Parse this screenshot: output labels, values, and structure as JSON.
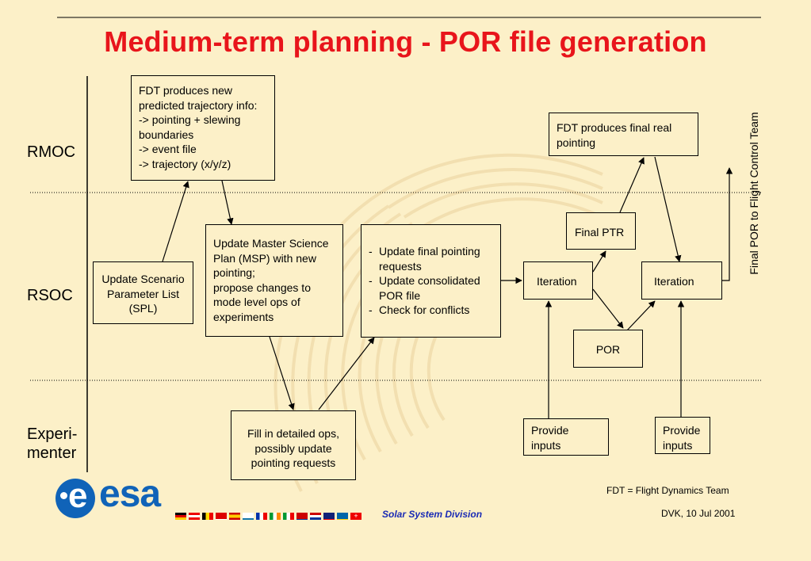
{
  "title": "Medium-term planning - POR file generation",
  "lanes": {
    "rmoc": "RMOC",
    "rsoc": "RSOC",
    "experimenter": [
      "Experi-",
      "menter"
    ]
  },
  "boxes": {
    "fdt_predicted": [
      "FDT produces new",
      "predicted trajectory info:",
      "-> pointing + slewing",
      "boundaries",
      "-> event file",
      "-> trajectory (x/y/z)"
    ],
    "fdt_final": [
      "FDT produces final real",
      "pointing"
    ],
    "update_spl": [
      "Update Scenario",
      "Parameter List",
      "(SPL)"
    ],
    "update_msp": [
      "Update Master Science",
      "Plan (MSP) with new",
      "pointing;",
      "propose changes to",
      "mode level ops of",
      "experiments"
    ],
    "update_final": [
      "Update final pointing requests",
      "Update consolidated POR file",
      "Check for conflicts"
    ],
    "iteration_1": "Iteration",
    "iteration_2": "Iteration",
    "final_ptr": "Final PTR",
    "por": "POR",
    "fill_ops": [
      "Fill in detailed ops,",
      "possibly update",
      "pointing requests"
    ],
    "provide_1": [
      "Provide",
      "inputs"
    ],
    "provide_2": [
      "Provide",
      "inputs"
    ]
  },
  "side_label": "Final POR to Flight Control Team",
  "footer": {
    "logo": "esa",
    "division": "Solar System Division",
    "legend": "FDT = Flight Dynamics Team",
    "author_date": "DVK, 10 Jul 2001"
  },
  "colors": {
    "background": "#fcf0c8",
    "title": "#e8151b",
    "esa_blue": "#1063b8",
    "division_text": "#1a2bb5"
  }
}
